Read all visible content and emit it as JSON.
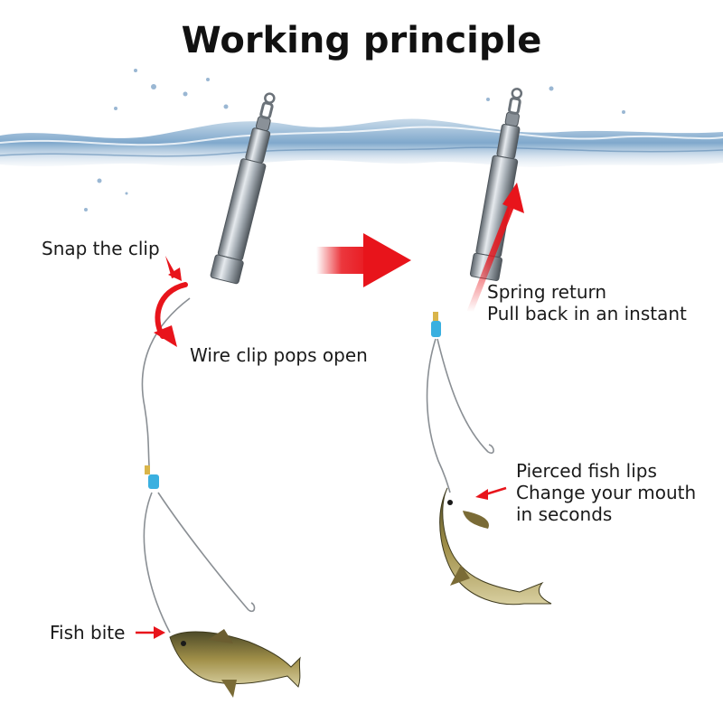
{
  "title": "Working principle",
  "labels": {
    "snap_clip": "Snap the clip",
    "wire_pops": "Wire clip pops open",
    "spring_return": "Spring return",
    "pull_back": "Pull back in an instant",
    "pierced_lips": "Pierced fish lips",
    "change_mouth": "Change your mouth",
    "in_seconds": "in seconds",
    "fish_bite": "Fish bite"
  },
  "colors": {
    "arrow_red": "#e8141b",
    "water_blue": "#7fa8cc",
    "metal": "#9aa3ab",
    "wire": "#8a8f94",
    "bead_blue": "#3ab0e0",
    "swivel_gold": "#d9b54a",
    "fish_body": "#8a7a3e"
  },
  "icons": [
    "water-surface",
    "spring-device-icon",
    "fish-icon",
    "red-arrow-icon",
    "hook-icon"
  ]
}
